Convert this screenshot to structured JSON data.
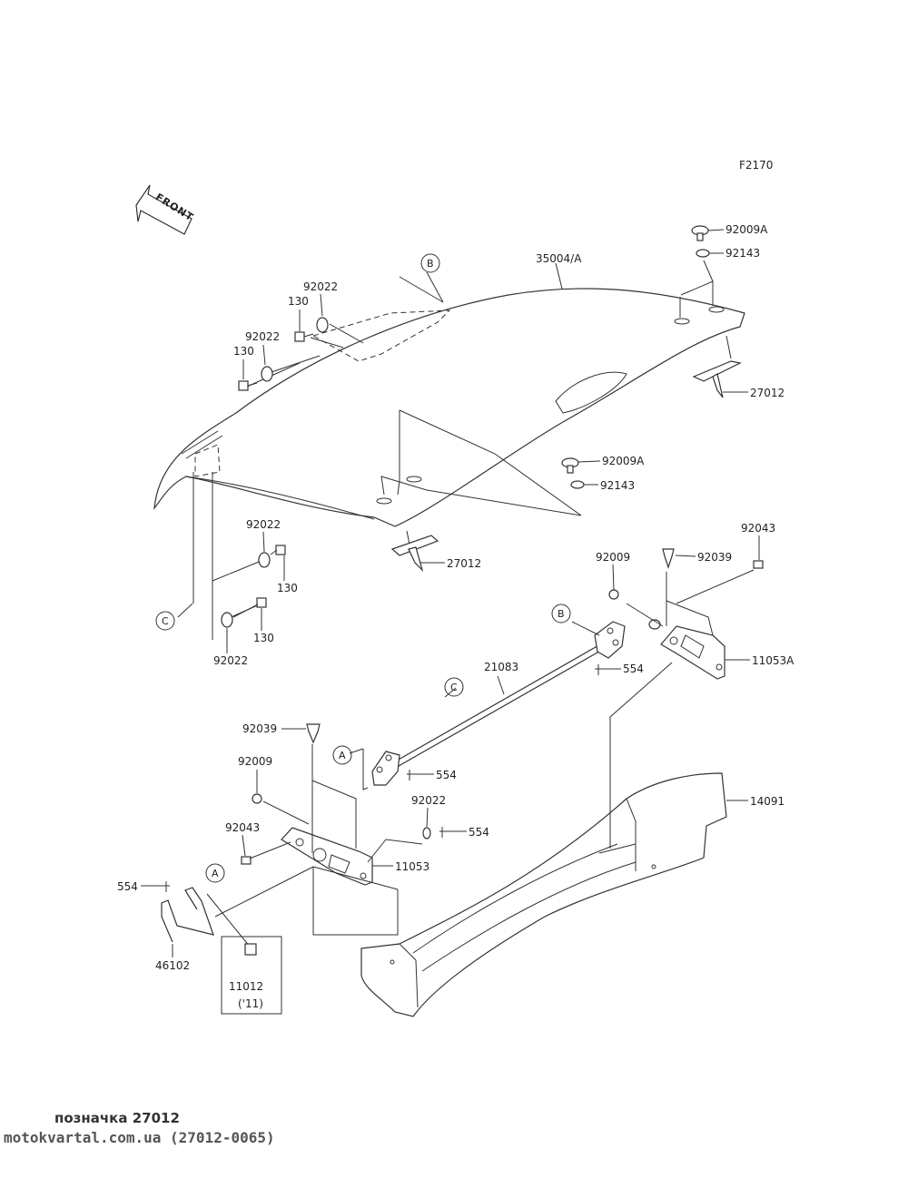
{
  "figure_code": "F2170",
  "front_label": "FRONT",
  "part_labels": {
    "p35004A": "35004/A",
    "p92009A_top": "92009A",
    "p92143_top": "92143",
    "p27012_right": "27012",
    "p92009A_mid": "92009A",
    "p92143_mid": "92143",
    "p27012_mid": "27012",
    "p92022_a": "92022",
    "p130_a": "130",
    "p92022_b": "92022",
    "p130_b": "130",
    "p92022_c": "92022",
    "p130_c": "130",
    "p92022_d": "92022",
    "p130_d": "130",
    "p92043_right": "92043",
    "p92009_right": "92009",
    "p92039_right": "92039",
    "p11053A": "11053A",
    "p554_right": "554",
    "p21083": "21083",
    "p92039_left": "92039",
    "p554_mid": "554",
    "p92009_left": "92009",
    "p92022_e": "92022",
    "p554_e": "554",
    "p92043_left": "92043",
    "p11053": "11053",
    "p14091": "14091",
    "p554_left": "554",
    "p46102": "46102",
    "p11012": "11012",
    "p11012_note": "('11)"
  },
  "reference_markers": {
    "B_top": "B",
    "C_left": "C",
    "B_mid": "B",
    "C_mid": "C",
    "A_mid": "A",
    "A_left": "A"
  },
  "caption": "позначка 27012",
  "footer": "motokvartal.com.ua (27012-0065)"
}
